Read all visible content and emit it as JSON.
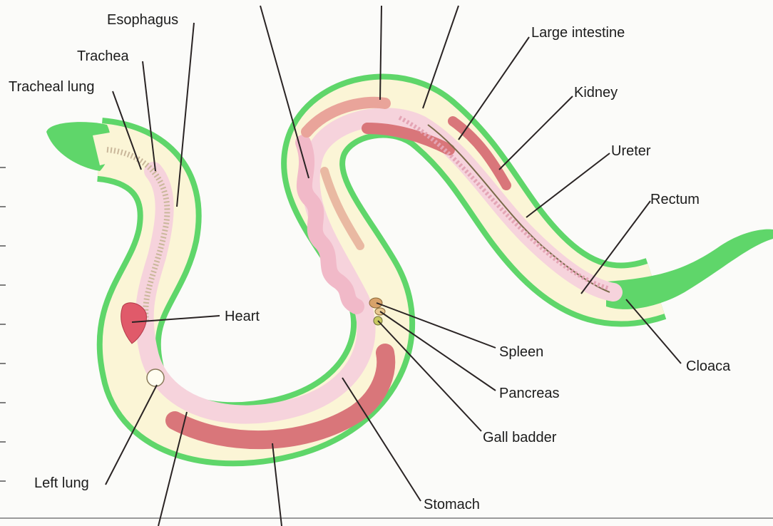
{
  "labels": {
    "esophagus": "Esophagus",
    "trachea": "Trachea",
    "tracheal_lung": "Tracheal lung",
    "large_intestine": "Large intestine",
    "kidney": "Kidney",
    "ureter": "Ureter",
    "rectum": "Rectum",
    "heart": "Heart",
    "spleen": "Spleen",
    "pancreas": "Pancreas",
    "gall_bladder": "Gall badder",
    "cloaca": "Cloaca",
    "left_lung": "Left lung",
    "stomach": "Stomach"
  },
  "colors": {
    "snake_skin": "#5fd66a",
    "snake_body": "#fbf5d6",
    "gut": "#f6d3dc",
    "organ_dark": "#d9767a",
    "organ_mid": "#e9a49a",
    "heart": "#e05a6a",
    "leader": "#2a2424"
  }
}
